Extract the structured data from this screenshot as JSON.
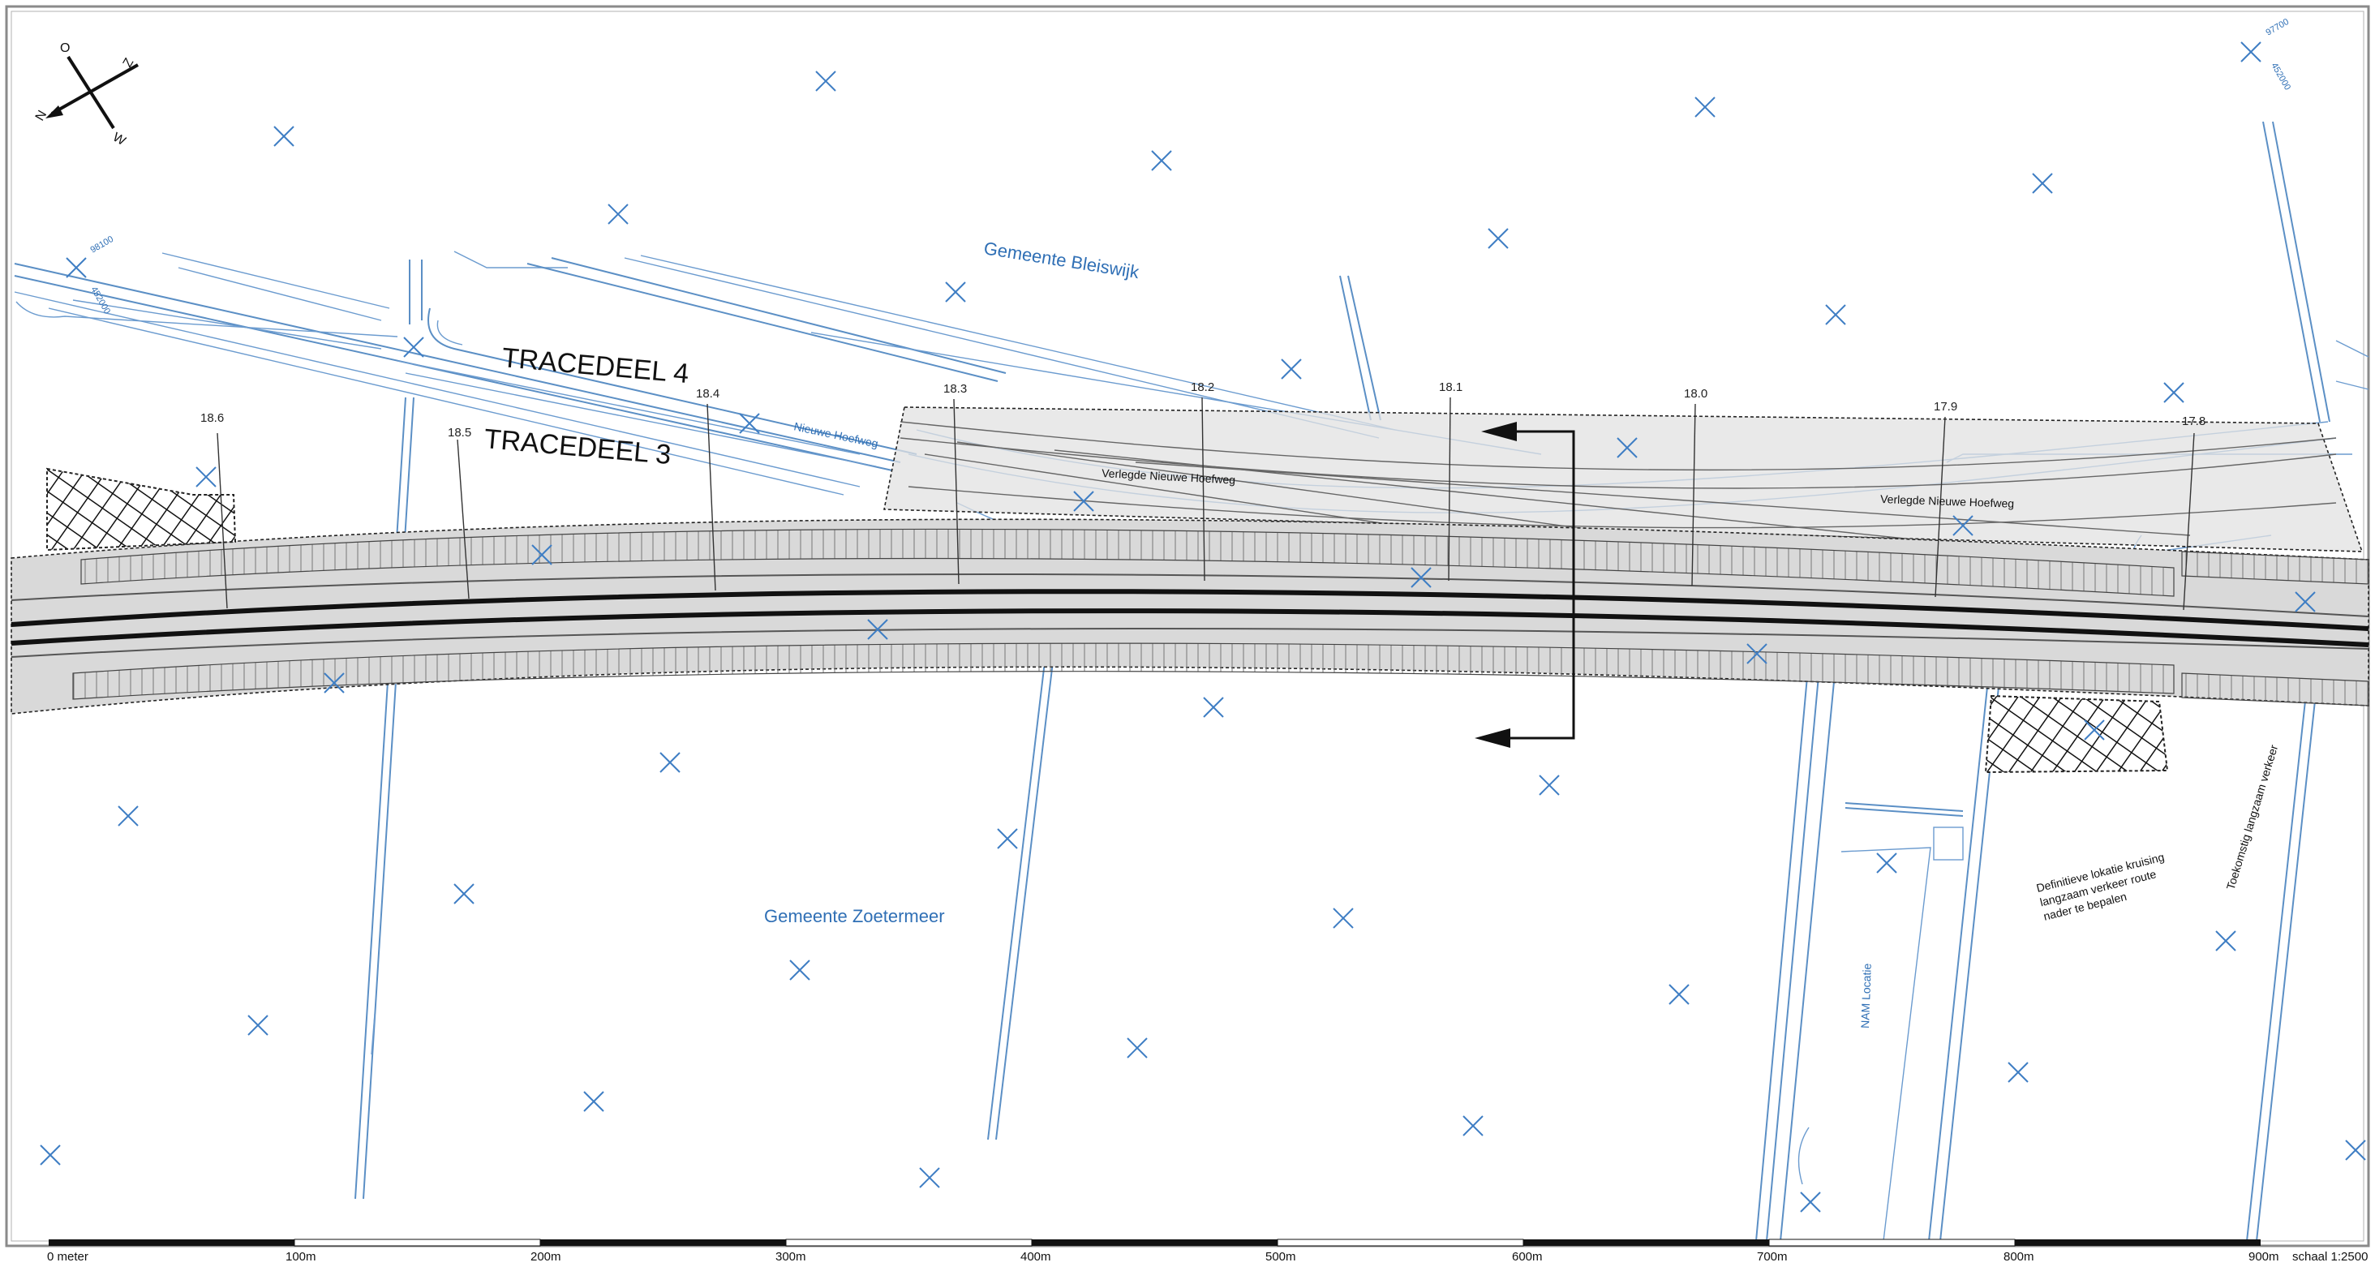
{
  "map": {
    "municipalities": {
      "north": "Gemeente Bleiswijk",
      "south": "Gemeente Zoetermeer"
    },
    "track_sections": {
      "upper": "TRACEDEEL 4",
      "lower": "TRACEDEEL 3"
    },
    "roads": {
      "existing": "Nieuwe Hoefweg",
      "relocated_1": "Verlegde Nieuwe Hoefweg",
      "relocated_2": "Verlegde Nieuwe Hoefweg",
      "future": "Toekomstig langzaam verkeer"
    },
    "notes": {
      "crossing_line1": "Definitieve lokatie kruising",
      "crossing_line2": "langzaam verkeer route",
      "crossing_line3": "nader te bepalen",
      "nam": "NAM Locatie"
    },
    "chainage": [
      "18.6",
      "18.5",
      "18.4",
      "18.3",
      "18.2",
      "18.1",
      "18.0",
      "17.9",
      "17.8"
    ],
    "grid_labels": {
      "nw_value": "98100",
      "nw_value2": "452000",
      "ne_value": "97700",
      "ne_value2": "452000"
    },
    "compass": {
      "o": "O",
      "z": "Z",
      "n": "N",
      "w": "W"
    },
    "scale_bar": {
      "ticks": [
        "0 meter",
        "100m",
        "200m",
        "300m",
        "400m",
        "500m",
        "600m",
        "700m",
        "800m",
        "900m"
      ],
      "scale": "schaal 1:2500"
    },
    "colors": {
      "water_lines": "#5b8fc5",
      "labels_blue": "#2f6fb5",
      "track": "#111111",
      "embankment": "#dcdcdc"
    }
  }
}
